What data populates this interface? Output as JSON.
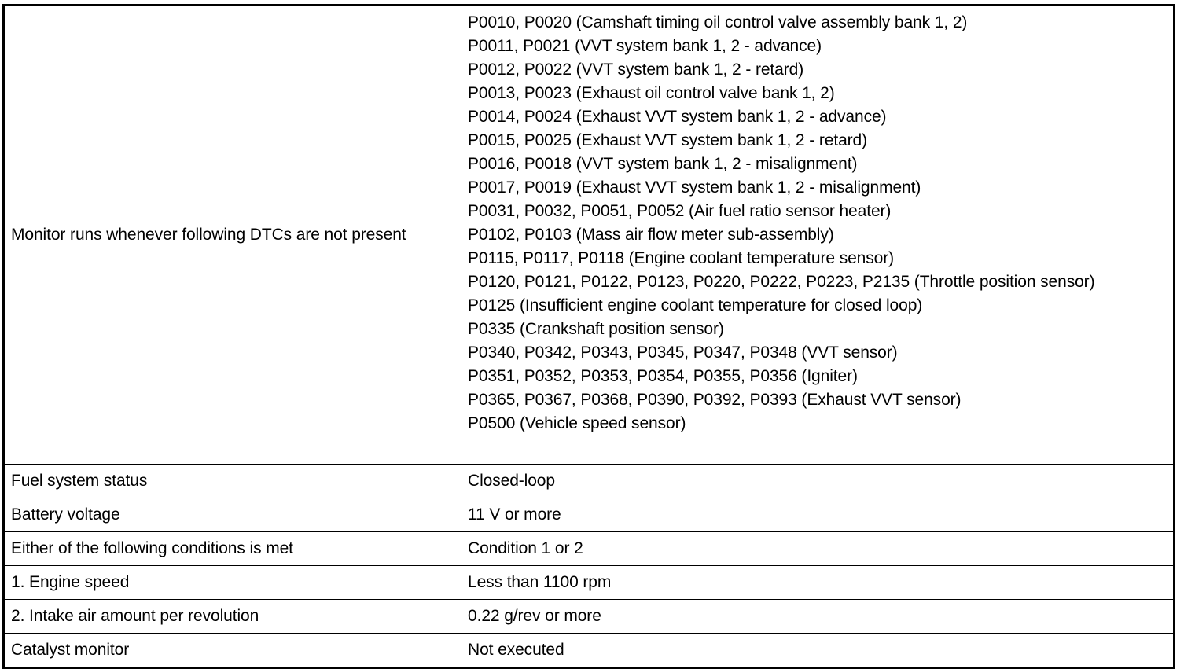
{
  "document": {
    "type": "monitor-enabling-conditions-table",
    "background_color": "#ffffff",
    "text_color": "#000000",
    "border_color": "#000000"
  },
  "table": {
    "rows": [
      {
        "item": "Monitor runs whenever following DTCs are not present",
        "value_lines": [
          "P0010, P0020 (Camshaft timing oil control valve assembly bank 1, 2)",
          "P0011, P0021 (VVT system bank 1, 2 - advance)",
          "P0012, P0022 (VVT system bank 1, 2 - retard)",
          "P0013, P0023 (Exhaust oil control valve bank 1, 2)",
          "P0014, P0024 (Exhaust VVT system bank 1, 2 - advance)",
          "P0015, P0025 (Exhaust VVT system bank 1, 2 - retard)",
          "P0016, P0018 (VVT system bank 1, 2 - misalignment)",
          "P0017, P0019 (Exhaust VVT system bank 1, 2 - misalignment)",
          "P0031, P0032, P0051, P0052 (Air fuel ratio sensor heater)",
          "P0102, P0103 (Mass air flow meter sub-assembly)",
          "P0115, P0117, P0118 (Engine coolant temperature sensor)",
          "P0120, P0121, P0122, P0123, P0220, P0222, P0223, P2135 (Throttle position sensor)",
          "P0125 (Insufficient engine coolant temperature for closed loop)",
          "P0335 (Crankshaft position sensor)",
          "P0340, P0342, P0343, P0345, P0347, P0348 (VVT sensor)",
          "P0351, P0352, P0353, P0354, P0355, P0356 (Igniter)",
          "P0365, P0367, P0368, P0390, P0392, P0393 (Exhaust VVT sensor)",
          "P0500 (Vehicle speed sensor)"
        ]
      },
      {
        "item": "Fuel system status",
        "value": "Closed-loop"
      },
      {
        "item": "Battery voltage",
        "value": "11 V or more"
      },
      {
        "item": "Either of the following conditions is met",
        "value": "Condition 1 or 2"
      },
      {
        "item": "1. Engine speed",
        "value": "Less than 1100 rpm"
      },
      {
        "item": "2. Intake air amount per revolution",
        "value": "0.22 g/rev or more"
      },
      {
        "item": "Catalyst monitor",
        "value": "Not executed"
      }
    ]
  }
}
